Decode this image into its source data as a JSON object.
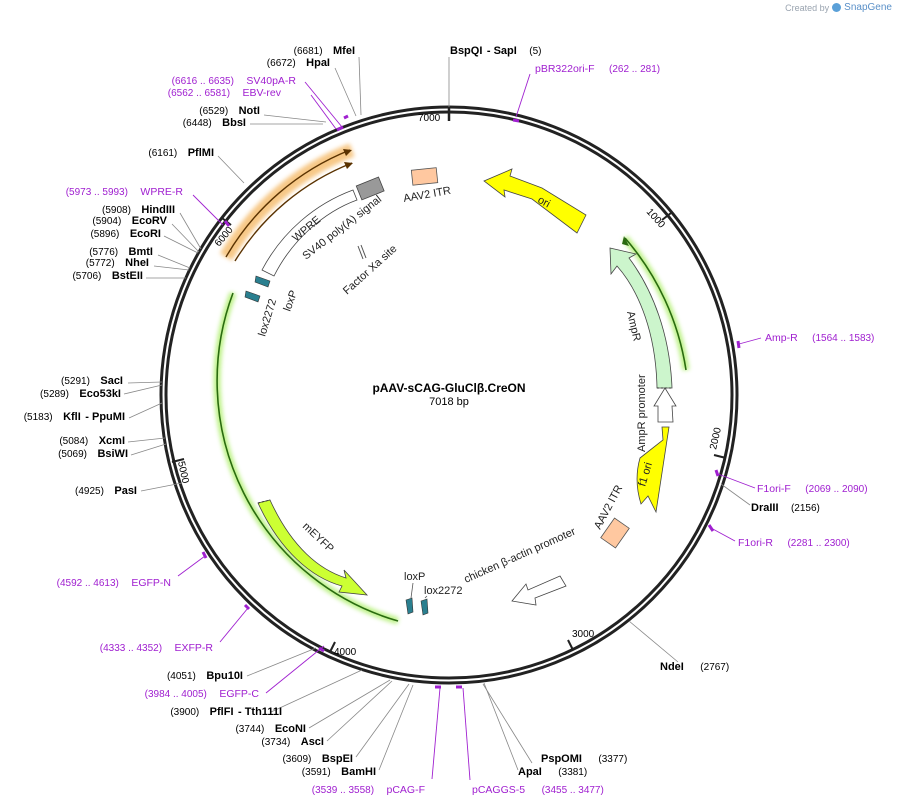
{
  "brand": {
    "prefix": "Created by",
    "name": "SnapGene"
  },
  "plasmid": {
    "name": "pAAV-sCAG-GluClβ.CreON",
    "size_label": "7018 bp",
    "length": 7018
  },
  "ticks": [
    "1000",
    "2000",
    "3000",
    "4000",
    "5000",
    "6000",
    "7000"
  ],
  "features": [
    {
      "label": "ori",
      "type": "arrow",
      "color": "#ffff00",
      "glow": false
    },
    {
      "label": "AmpR",
      "type": "arrow",
      "color": "#ccf5cc",
      "glow": false
    },
    {
      "label": "AmpR promoter",
      "type": "arrow",
      "color": "#ffffff",
      "glow": false
    },
    {
      "label": "f1 ori",
      "type": "arrow",
      "color": "#ffff00",
      "glow": false
    },
    {
      "label": "AAV2 ITR",
      "type": "box",
      "color": "#ffc8a0",
      "glow": false
    },
    {
      "label": "chicken β-actin promoter",
      "type": "arrow",
      "color": "#ffffff",
      "glow": false
    },
    {
      "label": "mEYFP",
      "type": "arrow",
      "color": "#ccff33",
      "glow": true
    },
    {
      "label": "loxP",
      "type": "lox",
      "color": "#2a7f8f",
      "glow": false
    },
    {
      "label": "lox2272",
      "type": "lox",
      "color": "#2a7f8f",
      "glow": false
    },
    {
      "label": "AAV2 ITR",
      "type": "box",
      "color": "#ffc8a0",
      "glow": false
    },
    {
      "label": "SV40 poly(A) signal",
      "type": "box",
      "color": "#999999",
      "glow": false
    },
    {
      "label": "WPRE",
      "type": "arrow",
      "color": "#ffffff",
      "glow": false
    },
    {
      "label": "Factor Xa site",
      "type": "mark",
      "color": "#888888",
      "glow": false
    },
    {
      "label": "loxP",
      "type": "lox",
      "color": "#2a7f8f",
      "glow": false
    },
    {
      "label": "lox2272",
      "type": "lox",
      "color": "#2a7f8f",
      "glow": false
    }
  ],
  "sites": [
    {
      "name": "BspQI",
      "name2": "SapI",
      "pos": "(5)",
      "side": "right"
    },
    {
      "name": "DraIII",
      "pos": "(2156)",
      "side": "right"
    },
    {
      "name": "NdeI",
      "pos": "(2767)",
      "side": "right"
    },
    {
      "name": "PspOMI",
      "pos": "(3377)",
      "side": "right"
    },
    {
      "name": "ApaI",
      "pos": "(3381)",
      "side": "right"
    },
    {
      "name": "BamHI",
      "pos": "(3591)",
      "side": "left"
    },
    {
      "name": "BspEI",
      "pos": "(3609)",
      "side": "left"
    },
    {
      "name": "AscI",
      "pos": "(3734)",
      "side": "left"
    },
    {
      "name": "EcoNI",
      "pos": "(3744)",
      "side": "left"
    },
    {
      "name": "PflFI",
      "name2": "Tth111I",
      "pos": "(3900)",
      "side": "left"
    },
    {
      "name": "Bpu10I",
      "pos": "(4051)",
      "side": "left"
    },
    {
      "name": "PasI",
      "pos": "(4925)",
      "side": "left"
    },
    {
      "name": "BsiWI",
      "pos": "(5069)",
      "side": "left"
    },
    {
      "name": "XcmI",
      "pos": "(5084)",
      "side": "left"
    },
    {
      "name": "KflI",
      "name2": "PpuMI",
      "pos": "(5183)",
      "side": "left"
    },
    {
      "name": "Eco53kI",
      "pos": "(5289)",
      "side": "left"
    },
    {
      "name": "SacI",
      "pos": "(5291)",
      "side": "left"
    },
    {
      "name": "BstEII",
      "pos": "(5706)",
      "side": "left"
    },
    {
      "name": "NheI",
      "pos": "(5772)",
      "side": "left"
    },
    {
      "name": "BmtI",
      "pos": "(5776)",
      "side": "left"
    },
    {
      "name": "EcoRI",
      "pos": "(5896)",
      "side": "left"
    },
    {
      "name": "EcoRV",
      "pos": "(5904)",
      "side": "left"
    },
    {
      "name": "HindIII",
      "pos": "(5908)",
      "side": "left"
    },
    {
      "name": "PflMI",
      "pos": "(6161)",
      "side": "left"
    },
    {
      "name": "BbsI",
      "pos": "(6448)",
      "side": "left"
    },
    {
      "name": "NotI",
      "pos": "(6529)",
      "side": "left"
    },
    {
      "name": "HpaI",
      "pos": "(6672)",
      "side": "left"
    },
    {
      "name": "MfeI",
      "pos": "(6681)",
      "side": "left"
    }
  ],
  "primers": [
    {
      "name": "pBR322ori-F",
      "range": "(262 .. 281)",
      "side": "right"
    },
    {
      "name": "Amp-R",
      "range": "(1564 .. 1583)",
      "side": "right"
    },
    {
      "name": "F1ori-F",
      "range": "(2069 .. 2090)",
      "side": "right"
    },
    {
      "name": "F1ori-R",
      "range": "(2281 .. 2300)",
      "side": "right"
    },
    {
      "name": "pCAGGS-5",
      "range": "(3455 .. 3477)",
      "side": "right"
    },
    {
      "name": "pCAG-F",
      "range": "(3539 .. 3558)",
      "side": "left"
    },
    {
      "name": "EGFP-C",
      "range": "(3984 .. 4005)",
      "side": "left"
    },
    {
      "name": "EXFP-R",
      "range": "(4333 .. 4352)",
      "side": "left"
    },
    {
      "name": "EGFP-N",
      "range": "(4592 .. 4613)",
      "side": "left"
    },
    {
      "name": "WPRE-R",
      "range": "(5973 .. 5993)",
      "side": "left"
    },
    {
      "name": "EBV-rev",
      "range": "(6562 .. 6581)",
      "side": "left"
    },
    {
      "name": "SV40pA-R",
      "range": "(6616 .. 6635)",
      "side": "left"
    }
  ],
  "colors": {
    "primer": "#a020d0",
    "backbone": "#222222",
    "leader": "#888888"
  }
}
